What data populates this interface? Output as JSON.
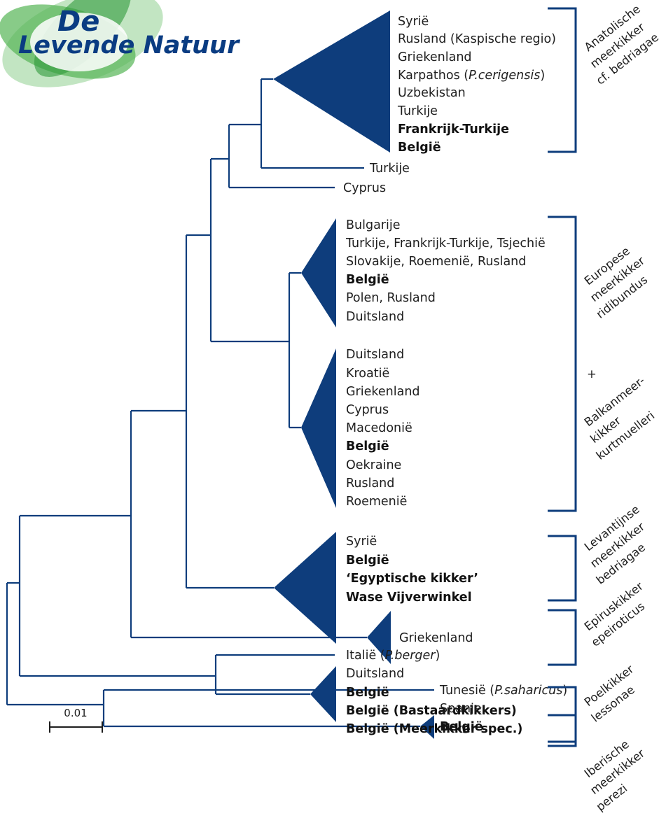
{
  "colors": {
    "tree": "#0e3d7c",
    "text": "#1e1e1e",
    "logo_green": "#3aa53a",
    "logo_blue": "#0a3c82"
  },
  "logo": {
    "line1": "De",
    "line2": "Levende Natuur"
  },
  "scale_bar": {
    "label": "0.01"
  },
  "tips": {
    "turkije_single": "Turkije",
    "cyprus_single": "Cyprus",
    "italie_a": "Italië (",
    "italie_i": "P.berger",
    "italie_b": ")",
    "tunesie_a": "Tunesië (",
    "tunesie_i": "P.saharicus",
    "tunesie_b": ")",
    "griekenland_epirus": "Griekenland"
  },
  "clades": {
    "anatolian": {
      "items": [
        "Syrië",
        "Rusland (Kaspische regio)",
        "Griekenland"
      ],
      "karpathos_a": "Karpathos (",
      "karpathos_i": "P.cerigensis",
      "karpathos_b": ")",
      "items2": [
        "Uzbekistan",
        "Turkije"
      ],
      "bold": [
        "Frankrijk-Turkije",
        "België"
      ]
    },
    "ridibundus": [
      "Bulgarije",
      "Turkije, Frankrijk-Turkije, Tsjechië",
      "Slovakije, Roemenië, Rusland",
      "België",
      "Polen, Rusland",
      "Duitsland"
    ],
    "kurtmuelleri": [
      "Duitsland",
      "Kroatië",
      "Griekenland",
      "Cyprus",
      "Macedonië",
      "België",
      "Oekraine",
      "Rusland",
      "Roemenië"
    ],
    "levant": [
      "Syrië",
      "België",
      "‘Egyptische kikker’",
      "Wase Vijverwinkel"
    ],
    "lessonae": [
      "Duitsland",
      "België",
      "België (Bastaardkikkers)",
      "België (Meerkikker spec.)"
    ],
    "perezi": [
      "Spanje",
      "België"
    ]
  },
  "groups": {
    "anatolian": [
      "Anatolische",
      "meerkikker",
      "cf. bedriagae"
    ],
    "european": [
      "Europese",
      "meerkikker",
      "ridibundus"
    ],
    "plus": "+",
    "balkan": [
      "Balkanmeer-",
      "kikker",
      "kurtmuelleri"
    ],
    "levant": [
      "Levantijnse",
      "meerkikker",
      "bedriagae"
    ],
    "epirus": [
      "Epiruskikker",
      "epeiroticus"
    ],
    "lessonae": [
      "Poelkikker",
      "lessonae"
    ],
    "perezi": [
      "Iberische",
      "meerkikker",
      "perezi"
    ]
  }
}
